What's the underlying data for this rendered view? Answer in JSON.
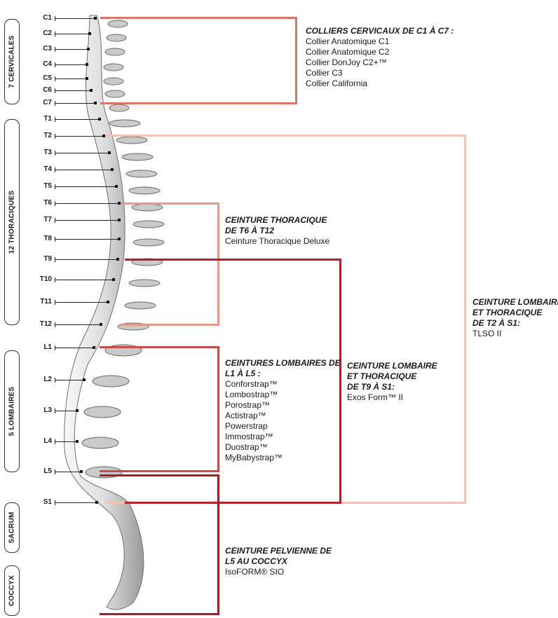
{
  "groups": {
    "cervical": "7 CERVICALES",
    "thoracic": "12 THORACIQUES",
    "lumbar": "5 LOMBAIRES",
    "sacrum": "SACRUM",
    "coccyx": "COCCYX"
  },
  "vertebrae": [
    "C1",
    "C2",
    "C3",
    "C4",
    "C5",
    "C6",
    "C7",
    "T1",
    "T2",
    "T3",
    "T4",
    "T5",
    "T6",
    "T7",
    "T8",
    "T9",
    "T10",
    "T11",
    "T12",
    "L1",
    "L2",
    "L3",
    "L4",
    "L5",
    "S1"
  ],
  "products": {
    "cervical": {
      "heading": "COLLIERS CERVICAUX DE C1 À C7 :",
      "items": [
        "Collier Anatomique C1",
        "Collier Anatomique C2",
        "Collier DonJoy C2+™",
        "Collier C3",
        "Collier California"
      ]
    },
    "thoracic": {
      "heading1": "CEINTURE THORACIQUE",
      "heading2": "DE T6 À T12",
      "items": [
        "Ceinture Thoracique Deluxe"
      ]
    },
    "lumbar": {
      "heading1": "CEINTURES LOMBAIRES DE",
      "heading2": "L1 À L5 :",
      "items": [
        "Conforstrap™",
        "Lombostrap™",
        "Porostrap™",
        "Actistrap™",
        "Powerstrap",
        "Immostrap™",
        "Duostrap™",
        "MyBabystrap™"
      ]
    },
    "lumbothoracic_t9": {
      "heading1": "CEINTURE LOMBAIRE",
      "heading2": "ET THORACIQUE",
      "heading3": "DE T9 À S1:",
      "items": [
        "Exos Form™ II"
      ]
    },
    "lumbothoracic_t2": {
      "heading1": "CEINTURE LOMBAIRE",
      "heading2": "ET THORACIQUE",
      "heading3": "DE T2 À S1:",
      "items": [
        "TLSO II"
      ]
    },
    "pelvic": {
      "heading1": "CEINTURE PELVIENNE DE",
      "heading2": "L5 AU COCCYX",
      "items": [
        "IsoFORM® SIO"
      ]
    }
  },
  "colors": {
    "cervical": "#d9756a",
    "thoracic": "#e89a8a",
    "lumbar": "#c94a4a",
    "lumbothoracic_t9": "#b3202a",
    "lumbothoracic_t2": "#f0c4b8",
    "pelvic": "#a81c24"
  }
}
